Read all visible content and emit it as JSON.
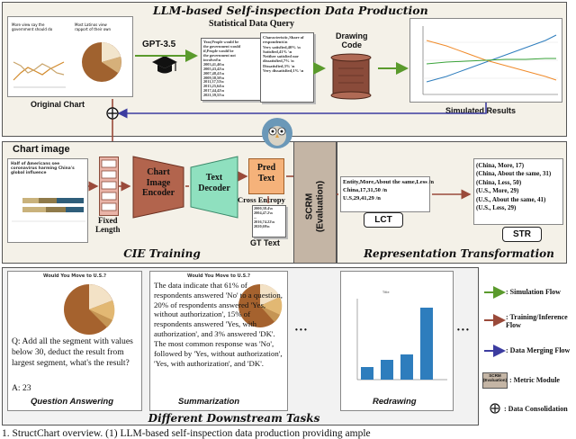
{
  "top": {
    "title": "LLM-based Self-inspection Data Production",
    "stat_query_title": "Statistical Data Query",
    "gpt_label": "GPT-3.5",
    "drawing_code_label": "Drawing\nCode",
    "original_chart_label": "Original Chart",
    "simulated_results_label": "Simulated Results",
    "table_text": "Year,People would be\nthe government would\nif,People would be\nthe government not\ninvolved\\n\n2003,41,46\\n\n2005,43,42\\n\n2007,48,41\\n\n2009,38,50\\n\n2011,37,53\\n\n2013,25,64\\n\n2017,44,42\\n\n2021,39,55\\n",
    "table_text_2": "Characteristic,Share of\nrespondents\\n\nVery satisfied,40% \\n\nSatisfied,41% \\n\nNeither satisfied nor\ndissatisfied,7% \\n\nDissatisfied,3% \\n\nVery dissatisfied,1% \\n"
  },
  "cie": {
    "section_title": "CIE Training",
    "chart_image_label": "Chart image",
    "chart_heading": "Half of Americans see coronavirus harming China's global influence",
    "fixed_length_label": "Fixed\nLength",
    "encoder_label": "Chart\nImage\nEncoder",
    "decoder_label": "Text\nDecoder",
    "pred_text_label": "Pred\nText",
    "cross_entropy_label": "Cross Entropy",
    "gt_text_label": "GT Text",
    "gt_values": "2000,38.4\\n\n2004,47.2\\n\n...\n2016,74.22\\n\n2020,69\\n",
    "scrm_label": "SCRM\n(Evaluation)"
  },
  "rep": {
    "section_title": "Representation Transformation",
    "lct_text": "Entity,More,About the same,Less /n\nChina,17,31,50 /n\nU.S,29,41,29 /n",
    "lct_label": "LCT",
    "str_text": "(China, More, 17)\n(China, About the same, 31)\n(China, Less, 50)\n(U.S., More, 29)\n(U.S., About the same, 41)\n(U.S., Less, 29)",
    "str_label": "STR"
  },
  "downstream": {
    "section_title": "Different Downstream Tasks",
    "qa_title": "Would You Move to U.S.?",
    "qa_question": "Q:  Add all the segment with values below 30, deduct the result from largest segment, what's the result?",
    "qa_answer": "A:  23",
    "qa_label": "Question Answering",
    "sum_title": "Would You Move to U.S.?",
    "sum_text": "The data indicate that 61% of respondents answered 'No' to a question, 20% of respondents answered 'Yes, without authorization', 15% of respondents answered 'Yes, with authorization', and 3% answered 'DK'. The most common response was 'No', followed by 'Yes, without authorization', 'Yes, with authorization', and 'DK'.",
    "sum_label": "Summarization",
    "redraw_label": "Redrawing",
    "ellipsis": "• • •"
  },
  "legend": {
    "simulation_flow": ": Simulation Flow",
    "training_flow": ": Training/Inference\nFlow",
    "merging_flow": ": Data Merging Flow",
    "metric_module_box": "SCRM\n(Evaluation)",
    "metric_module": ": Metric Module",
    "consolidation": ": Data Consolidation"
  },
  "caption": "1.  StructChart overview.  (1) LLM-based self-inspection data production providing ample"
}
